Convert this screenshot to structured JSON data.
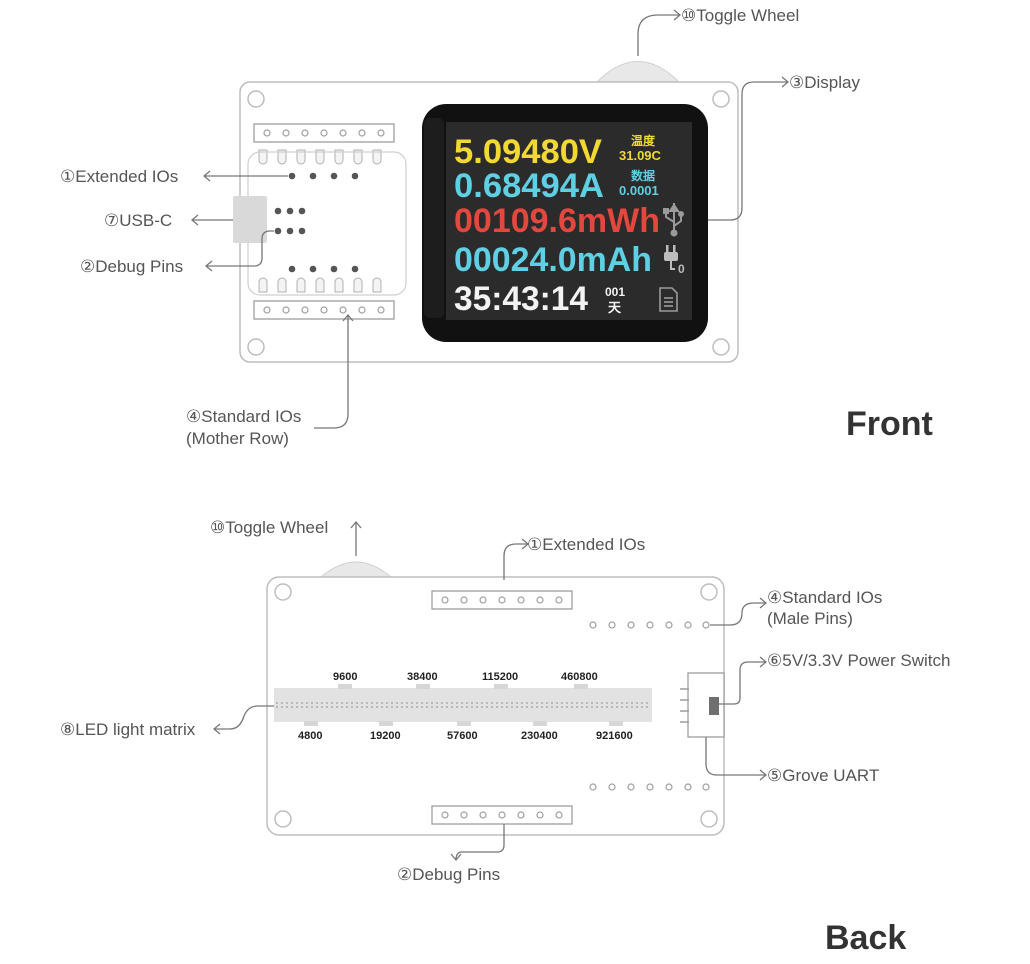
{
  "front": {
    "title": "Front",
    "labels": {
      "toggle_wheel": "⑩Toggle Wheel",
      "display": "③Display",
      "extended_ios": "①Extended IOs",
      "usb_c": "⑦USB-C",
      "debug_pins": "②Debug Pins",
      "standard_ios_line1": "④Standard IOs",
      "standard_ios_line2": "(Mother Row)"
    },
    "screen": {
      "voltage": "5.09480V",
      "current": "0.68494A",
      "energy": "00109.6mWh",
      "charge": "00024.0mAh",
      "time": "35:43:14",
      "temp_label": "温度",
      "temp_value": "31.09C",
      "data_label": "数据",
      "data_value": "0.0001",
      "day_number": "001",
      "day_unit": "天",
      "plug_count": "0"
    }
  },
  "back": {
    "title": "Back",
    "labels": {
      "toggle_wheel": "⑩Toggle Wheel",
      "extended_ios": "①Extended IOs",
      "standard_ios_line1": "④Standard IOs",
      "standard_ios_line2": "(Male Pins)",
      "power_switch": "⑥5V/3.3V Power Switch",
      "led_matrix": "⑧LED light matrix",
      "grove_uart": "⑤Grove UART",
      "debug_pins": "②Debug Pins"
    },
    "baud_top": [
      "9600",
      "38400",
      "115200",
      "460800"
    ],
    "baud_bottom": [
      "4800",
      "19200",
      "57600",
      "230400",
      "921600"
    ]
  },
  "colors": {
    "voltage": "#f2d833",
    "current": "#5fd0e3",
    "energy": "#e2483d",
    "charge": "#5fd0e3",
    "time": "#f3f3f3",
    "temp": "#f2d833",
    "data": "#5fd0e3"
  },
  "icons": [
    "usb-icon",
    "plug-icon",
    "sd-card-icon"
  ]
}
